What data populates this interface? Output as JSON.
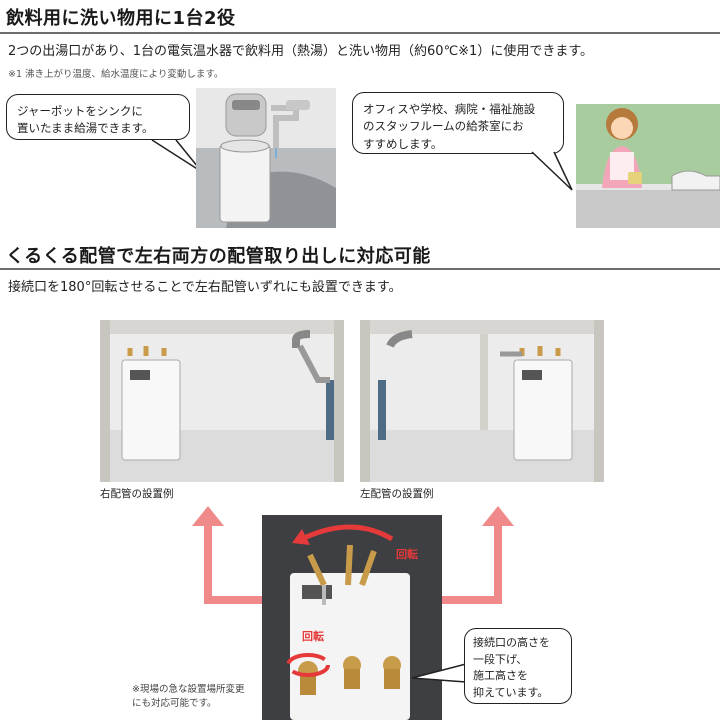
{
  "section1": {
    "heading": "飲料用に洗い物用に1台2役",
    "description": "2つの出湯口があり、1台の電気温水器で飲料用（熱湯）と洗い物用（約60℃※1）に使用できます。",
    "note": "※1 沸き上がり温度、給水温度により変動します。",
    "bubble_left": [
      "ジャーポットをシンクに",
      "置いたまま給湯できます。"
    ],
    "bubble_right": [
      "オフィスや学校、病院・福祉施設",
      "のスタッフルームの給茶室にお",
      "すすめします。"
    ]
  },
  "section2": {
    "heading": "くるくる配管で左右両方の配管取り出しに対応可能",
    "description": "接続口を180°回転させることで左右配管いずれにも設置できます。",
    "caption_left": "右配管の設置例",
    "caption_right": "左配管の設置例",
    "rotate_label": "回転",
    "note": [
      "※現場の急な設置場所変更",
      "にも対応可能です。"
    ],
    "bubble": [
      "接続口の高さを",
      "一段下げ、",
      "施工高さを",
      "抑えています。"
    ]
  },
  "colors": {
    "arrow": "#f08a8a",
    "rotate_arrow": "#e63a3a",
    "rule": "#6d6d6d"
  }
}
